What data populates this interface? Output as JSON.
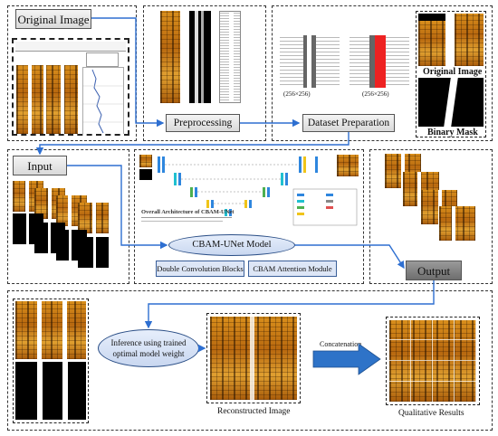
{
  "labels": {
    "original_image": "Original Image",
    "preprocessing": "Preprocessing",
    "dataset_preparation": "Dataset Preparation",
    "input": "Input",
    "cbam_model": "CBAM-UNet Model",
    "double_conv": "Double Convolution Blocks",
    "cbam_attention": "CBAM Attention Module",
    "output": "Output",
    "inference": "Inference using trained optimal model weight",
    "concatenation": "Concatenation",
    "reconstructed": "Reconstructed Image",
    "qualitative": "Qualitative Results",
    "size_a": "(256×256)",
    "size_b": "(256×256)",
    "orig_img_caption": "Original Image",
    "binary_mask_caption": "Binary Mask",
    "arch_title": "Overall Architecture of CBAM-UNet"
  },
  "colors": {
    "arrow": "#2e6fd1",
    "big_arrow": "#2e73c8",
    "wood": "#d08a1e",
    "unet_blue": "#2e86de",
    "unet_cyan": "#20c0d0",
    "unet_green": "#4caf50",
    "unet_yellow": "#f0c419"
  }
}
